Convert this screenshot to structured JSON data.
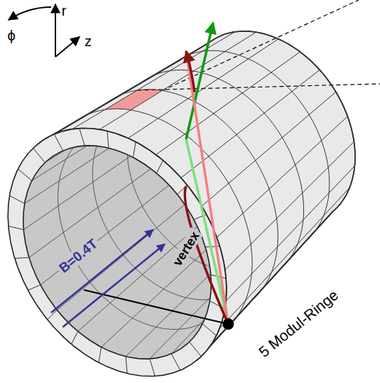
{
  "diagram": {
    "labels": [
      "ϕ",
      "r",
      "z",
      "B=0.4T",
      "vertex",
      "5 Modul-Ringe"
    ]
  }
}
